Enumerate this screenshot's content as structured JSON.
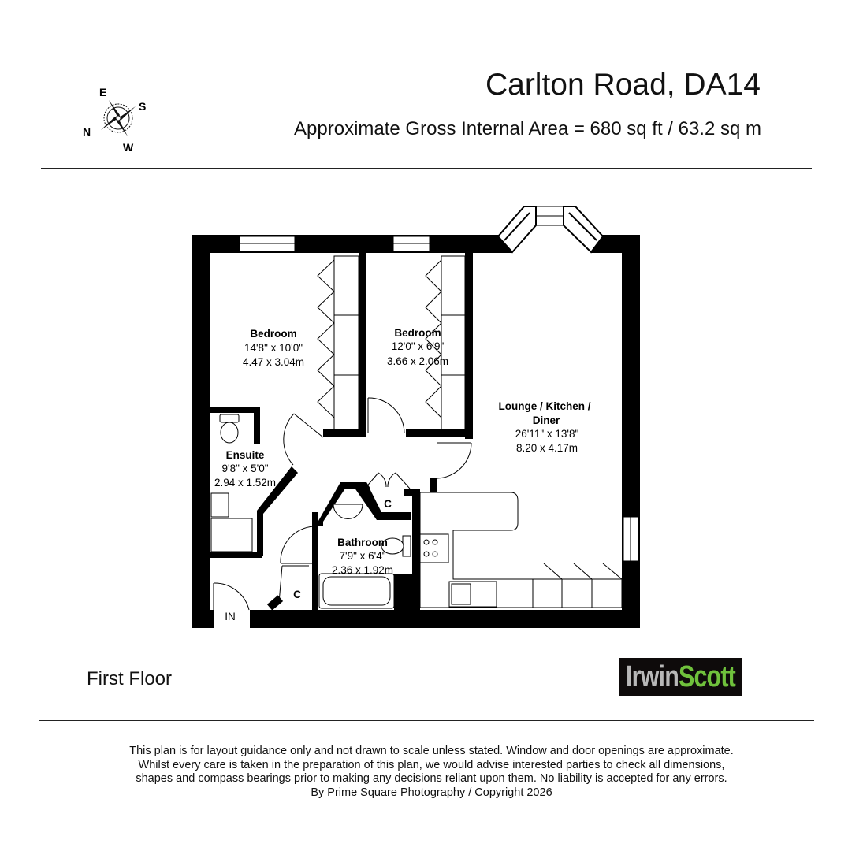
{
  "header": {
    "title": "Carlton Road, DA14",
    "area": "Approximate Gross Internal Area = 680 sq ft / 63.2 sq m"
  },
  "compass": {
    "n": "N",
    "e": "E",
    "s": "S",
    "w": "W"
  },
  "rooms": {
    "bedroom1": {
      "name": "Bedroom",
      "imperial": "14'8\" x 10'0\"",
      "metric": "4.47 x 3.04m"
    },
    "bedroom2": {
      "name": "Bedroom",
      "imperial": "12'0\" x 6'9\"",
      "metric": "3.66 x 2.06m"
    },
    "lounge": {
      "name_line1": "Lounge / Kitchen /",
      "name_line2": "Diner",
      "imperial": "26'11\" x 13'8\"",
      "metric": "8.20 x 4.17m"
    },
    "ensuite": {
      "name": "Ensuite",
      "imperial": "9'8\" x 5'0\"",
      "metric": "2.94 x 1.52m"
    },
    "bathroom": {
      "name": "Bathroom",
      "imperial": "7'9\" x 6'4\"",
      "metric": "2.36 x 1.92m"
    },
    "cupboard1": "C",
    "cupboard2": "C",
    "entrance": "IN"
  },
  "floor_label": "First Floor",
  "logo": {
    "part1": "Irwin",
    "part2": "Scott"
  },
  "colors": {
    "wall": "#000000",
    "logo_bg": "#0e0b0b",
    "logo_grey": "#b8b8b8",
    "logo_green": "#6fc13c"
  },
  "disclaimer": [
    "This plan is for layout guidance only and not drawn to scale unless stated. Window and door openings are approximate.",
    "Whilst every care is taken in the preparation of this plan, we would advise interested parties to check all dimensions,",
    "shapes and compass bearings prior to making any decisions reliant upon them. No liability is accepted for any errors.",
    "By Prime Square Photography / Copyright 2026"
  ]
}
